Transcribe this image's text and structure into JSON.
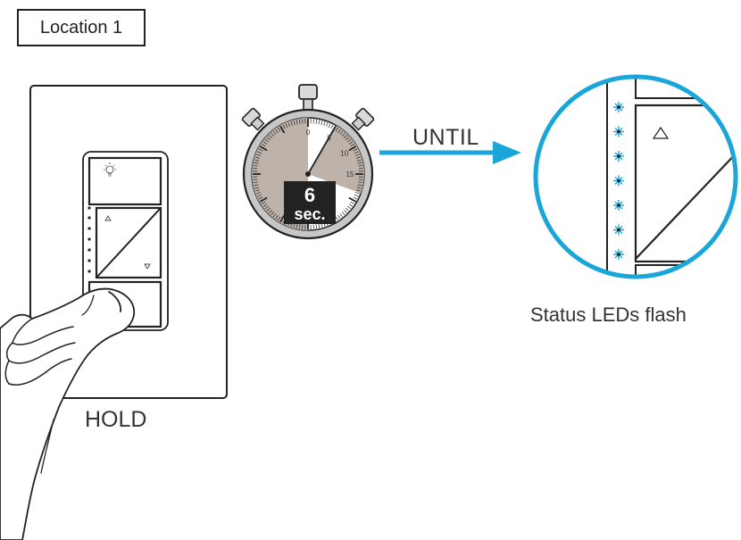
{
  "location_label": "Location 1",
  "timer": {
    "value": "6",
    "unit": "sec.",
    "dial_numbers": [
      "0",
      "5",
      "10",
      "15"
    ]
  },
  "until_label": "UNTIL",
  "hold_label": "HOLD",
  "status_label": "Status LEDs flash",
  "icons": [
    "wallplate-switch",
    "stopwatch-icon",
    "arrow-right-icon",
    "finger-hand",
    "led-flash-icon",
    "raise-triangle-icon",
    "lower-triangle-icon",
    "light-bulb-icon"
  ],
  "colors": {
    "accent": "#1aa6d9",
    "timer_fill": "#bdb3ab",
    "led": "#1aa6d9",
    "line": "#222222"
  }
}
